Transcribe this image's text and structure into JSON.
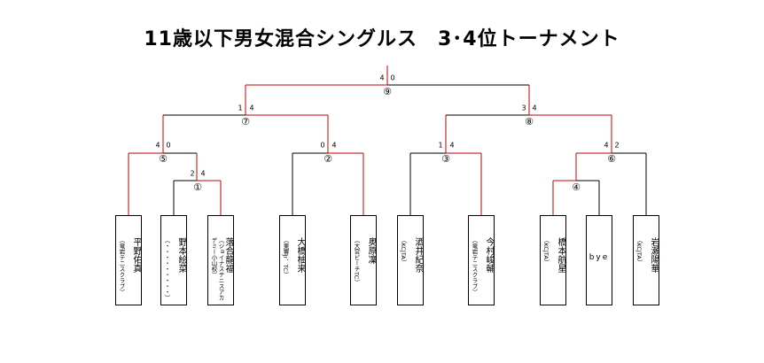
{
  "title": "11歳以下男女混合シングルス　3･4位トーナメント",
  "players": [
    {
      "name": "平野佑真",
      "team": "（竜岩テニスクラブ）"
    },
    {
      "name": "野本絵菜",
      "team": "（・・・・・・・・・）"
    },
    {
      "name": "落合龍福",
      "team": "（ジョイナステニスアカデミー小山校）"
    },
    {
      "name": "大橋柚来",
      "team": "（東響Jr．TC）"
    },
    {
      "name": "奥原凜",
      "team": "（大宮ビーチTC）"
    },
    {
      "name": "酒井紀奈",
      "team": "（KCJTA）"
    },
    {
      "name": "今村峻輔",
      "team": "（竜岩テニスクラブ）"
    },
    {
      "name": "橋本航星",
      "team": "（KCJTA）"
    },
    {
      "name": "bye",
      "team": ""
    },
    {
      "name": "岩瀬陽華",
      "team": "（KCJTA）"
    }
  ],
  "matches": [
    {
      "label": "①",
      "scores": [
        "2",
        "4"
      ]
    },
    {
      "label": "②",
      "scores": [
        "0",
        "4"
      ]
    },
    {
      "label": "③",
      "scores": [
        "1",
        "4"
      ]
    },
    {
      "label": "④",
      "scores": [
        "",
        ""
      ]
    },
    {
      "label": "⑤",
      "scores": [
        "4",
        "0"
      ]
    },
    {
      "label": "⑥",
      "scores": [
        "4",
        "2"
      ]
    },
    {
      "label": "⑦",
      "scores": [
        "1",
        "4"
      ]
    },
    {
      "label": "⑧",
      "scores": [
        "3",
        "4"
      ]
    },
    {
      "label": "⑨",
      "scores": [
        "4",
        "0"
      ]
    }
  ],
  "colors": {
    "winner_line": "#c00000",
    "line": "#000000"
  }
}
